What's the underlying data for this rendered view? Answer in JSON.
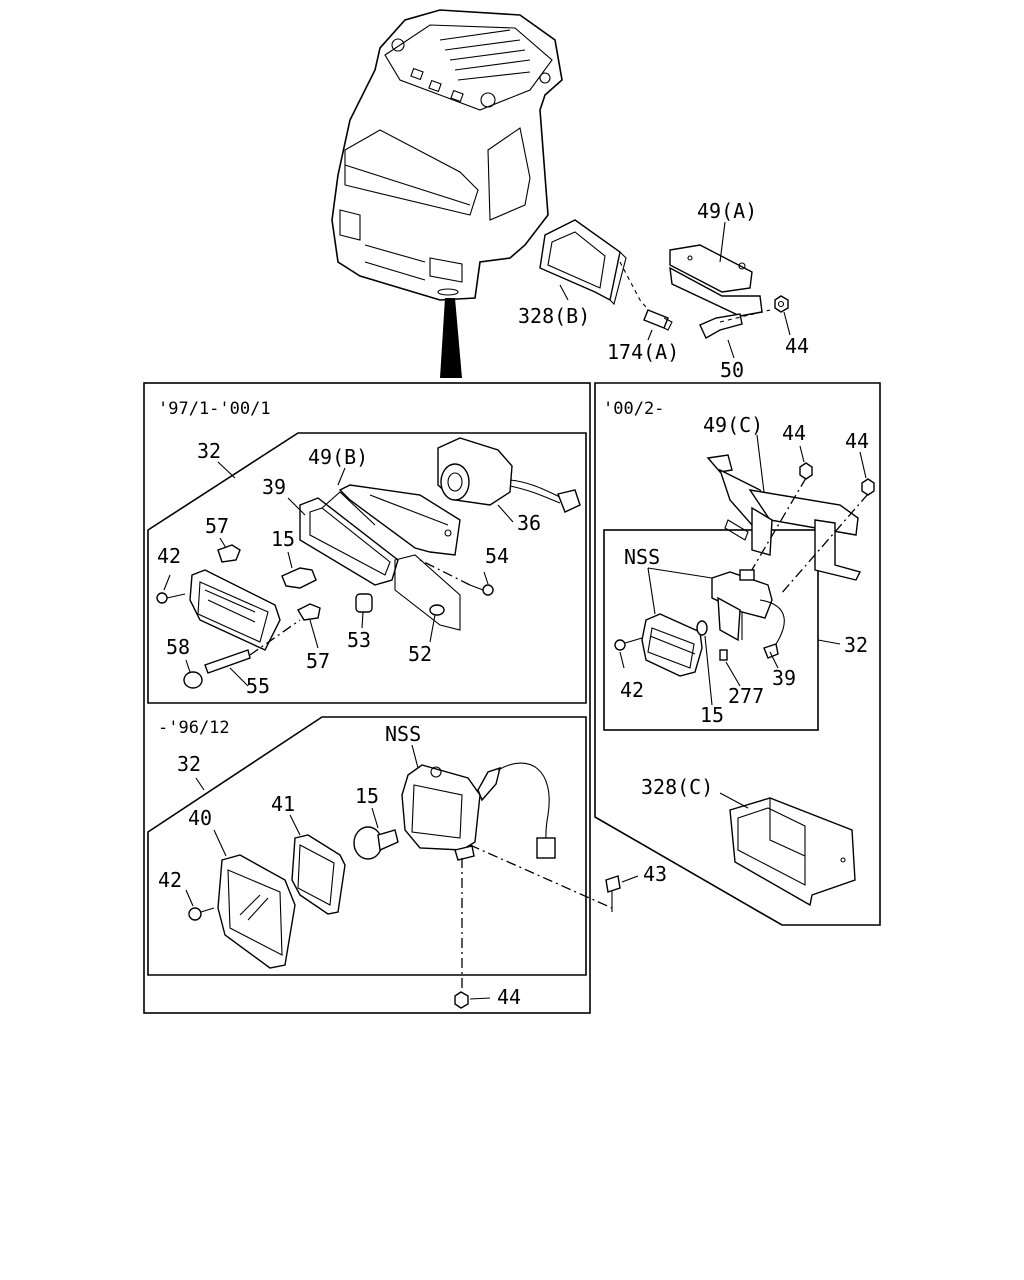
{
  "labels": {
    "p49A": "49(A)",
    "p328B": "328(B)",
    "p174A": "174(A)",
    "p50": "50",
    "p44_top": "44",
    "date_97_00": "'97/1-'00/1",
    "date_00_2": "'00/2-",
    "date_96_12": "-'96/12",
    "p32_a": "32",
    "p49B": "49(B)",
    "p39_a": "39",
    "p36": "36",
    "p57_a": "57",
    "p15_a": "15",
    "p42_a": "42",
    "p54": "54",
    "p53": "53",
    "p52": "52",
    "p58": "58",
    "p55": "55",
    "p57_b": "57",
    "p49C": "49(C)",
    "p44_r1": "44",
    "p44_r2": "44",
    "nss_a": "NSS",
    "p32_b": "32",
    "p42_b": "42",
    "p39_b": "39",
    "p277": "277",
    "p15_b": "15",
    "p328C": "328(C)",
    "nss_b": "NSS",
    "p32_c": "32",
    "p40": "40",
    "p41": "41",
    "p15_c": "15",
    "p42_c": "42",
    "p43": "43",
    "p44_bottom": "44"
  }
}
